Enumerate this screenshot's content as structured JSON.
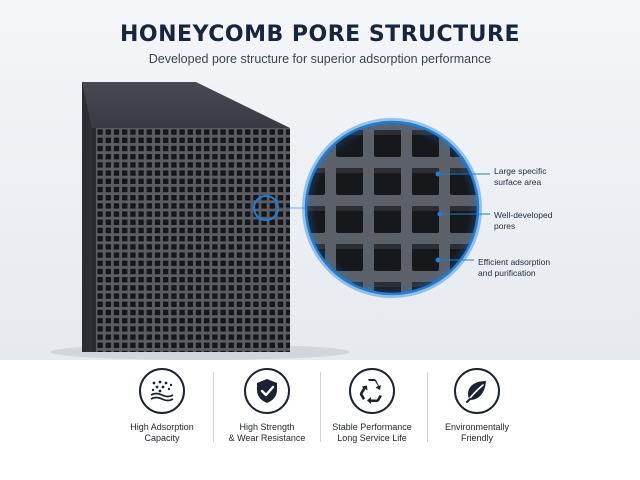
{
  "header": {
    "title": "HONEYCOMB PORE STRUCTURE",
    "subtitle": "Developed pore structure for superior adsorption performance"
  },
  "callouts": [
    {
      "line1": "Large specific",
      "line2": "surface area"
    },
    {
      "line1": "Well-developed",
      "line2": "pores"
    },
    {
      "line1": "Efficient adsorption",
      "line2": "and purification"
    }
  ],
  "features": [
    {
      "icon": "adsorption-dots-icon",
      "line1": "High Adsorption",
      "line2": "Capacity"
    },
    {
      "icon": "shield-check-icon",
      "line1": "High Strength",
      "line2": "& Wear Resistance"
    },
    {
      "icon": "recycle-icon",
      "line1": "Stable Performance",
      "line2": "Long Service Life"
    },
    {
      "icon": "leaf-icon",
      "line1": "Environmentally",
      "line2": "Friendly"
    }
  ],
  "colors": {
    "title": "#17253f",
    "block": "#3a3d44",
    "accent": "#1e7fd8"
  }
}
